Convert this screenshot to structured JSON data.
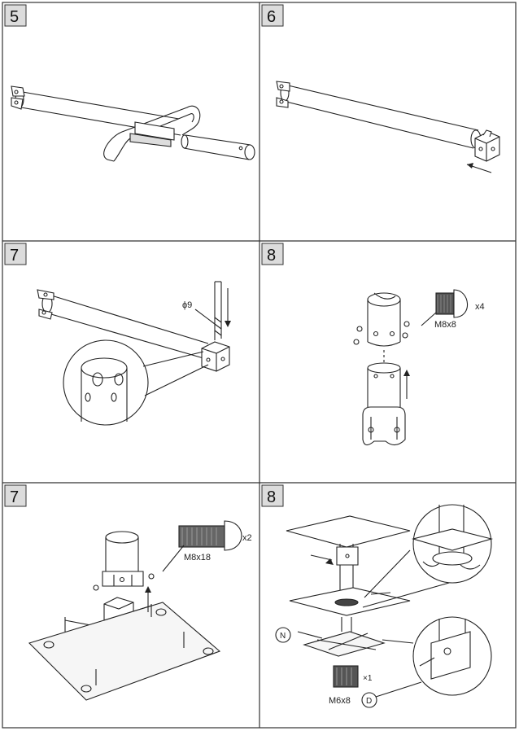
{
  "panels": [
    {
      "id": "p1",
      "step": "5"
    },
    {
      "id": "p2",
      "step": "6"
    },
    {
      "id": "p3",
      "step": "7",
      "labels": {
        "drill": "ϕ9"
      }
    },
    {
      "id": "p4",
      "step": "8",
      "labels": {
        "size": "M8x8",
        "qty": "x4"
      }
    },
    {
      "id": "p5",
      "step": "7",
      "labels": {
        "size": "M8x18",
        "qty": "x2"
      }
    },
    {
      "id": "p6",
      "step": "8",
      "labels": {
        "size": "M6x8",
        "qty": "×1",
        "callout_n": "N",
        "callout_d": "D"
      }
    }
  ],
  "colors": {
    "line": "#222222",
    "border": "#333333",
    "badge": "#dcdcdc"
  }
}
